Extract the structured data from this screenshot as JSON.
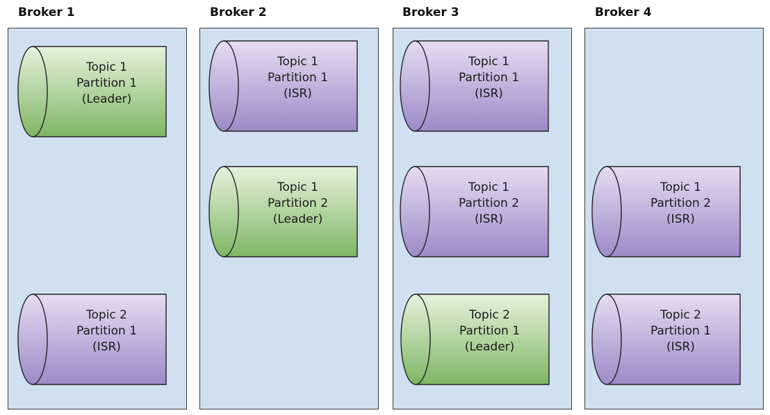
{
  "colors": {
    "panel_fill": "#cfe0f0",
    "leader_top": "#e6f2dc",
    "leader_bottom": "#7fb664",
    "isr_top": "#e6dcf2",
    "isr_bottom": "#9c8ac8"
  },
  "brokers": [
    {
      "title": "Broker 1",
      "partitions": [
        {
          "topic": "Topic 1",
          "partition": "Partition 1",
          "role": "(Leader)"
        },
        {
          "topic": "Topic 2",
          "partition": "Partition 1",
          "role": "(ISR)"
        }
      ]
    },
    {
      "title": "Broker 2",
      "partitions": [
        {
          "topic": "Topic 1",
          "partition": "Partition 1",
          "role": "(ISR)"
        },
        {
          "topic": "Topic 1",
          "partition": "Partition 2",
          "role": "(Leader)"
        }
      ]
    },
    {
      "title": "Broker 3",
      "partitions": [
        {
          "topic": "Topic 1",
          "partition": "Partition 1",
          "role": "(ISR)"
        },
        {
          "topic": "Topic 1",
          "partition": "Partition 2",
          "role": "(ISR)"
        },
        {
          "topic": "Topic 2",
          "partition": "Partition 1",
          "role": "(Leader)"
        }
      ]
    },
    {
      "title": "Broker 4",
      "partitions": [
        {
          "topic": "Topic 1",
          "partition": "Partition 2",
          "role": "(ISR)"
        },
        {
          "topic": "Topic 2",
          "partition": "Partition 1",
          "role": "(ISR)"
        }
      ]
    }
  ]
}
